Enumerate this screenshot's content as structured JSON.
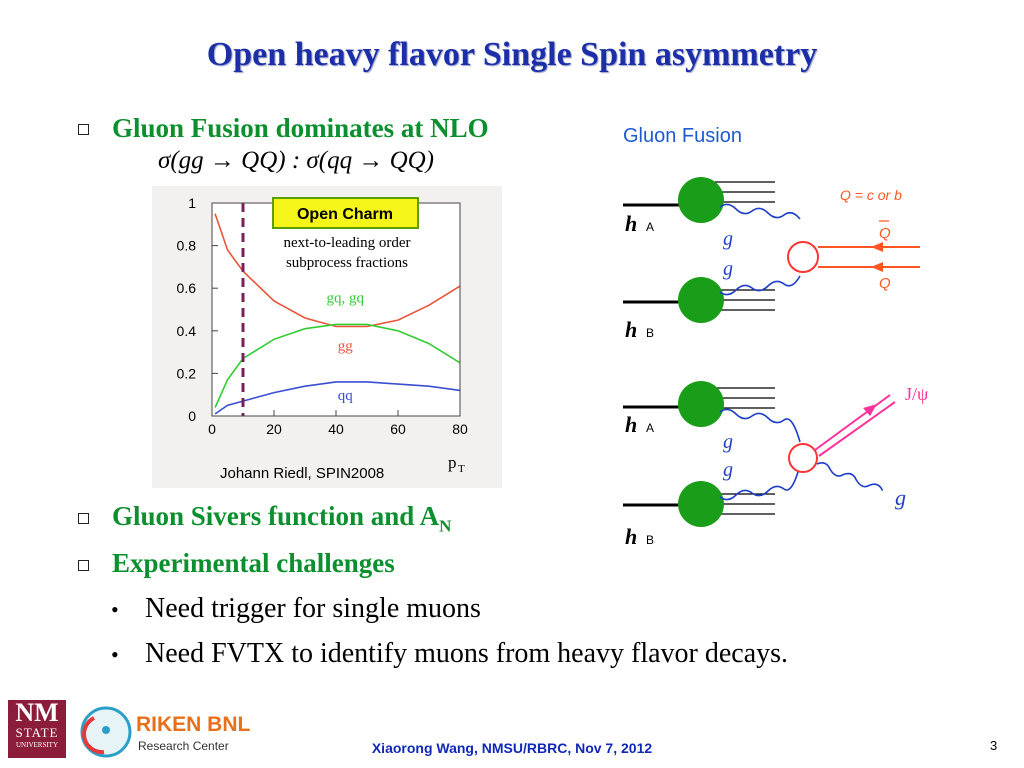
{
  "title": "Open heavy flavor Single Spin asymmetry",
  "bullets": [
    "Gluon Fusion dominates at NLO",
    "Gluon Sivers function and A",
    "Experimental challenges"
  ],
  "bullet2_subscript": "N",
  "formula": "σ(gg → QQ) : σ(qq → QQ)",
  "sub_bullets": [
    "Need trigger for single muons",
    "Need FVTX to identify muons from heavy flavor decays."
  ],
  "chart": {
    "badge": "Open Charm",
    "heading_line1": "next-to-leading order",
    "heading_line2": "subprocess fractions",
    "credit": "Johann Riedl, SPIN2008",
    "xlabel": "p",
    "xlabel_sub": "T"
  },
  "chart_data": {
    "type": "line",
    "x": [
      1,
      5,
      10,
      20,
      30,
      40,
      50,
      60,
      70,
      80
    ],
    "xlim": [
      0,
      80
    ],
    "ylim": [
      0,
      1
    ],
    "xticks": [
      0,
      20,
      40,
      60,
      80
    ],
    "yticks": [
      "0",
      "0.2",
      "0.4",
      "0.6",
      "0.8",
      "1"
    ],
    "series": [
      {
        "name": "gg",
        "color": "#e8553a",
        "values": [
          0.95,
          0.78,
          0.68,
          0.54,
          0.46,
          0.42,
          0.42,
          0.45,
          0.52,
          0.61
        ]
      },
      {
        "name": "gq, gq",
        "color": "#33cc33",
        "values": [
          0.04,
          0.17,
          0.27,
          0.36,
          0.41,
          0.43,
          0.43,
          0.4,
          0.34,
          0.25
        ]
      },
      {
        "name": "qq",
        "color": "#3a4fd0",
        "values": [
          0.01,
          0.05,
          0.07,
          0.11,
          0.14,
          0.16,
          0.16,
          0.15,
          0.14,
          0.12
        ]
      }
    ],
    "marker_x": 10,
    "grid": false
  },
  "diagram": {
    "heading": "Gluon Fusion",
    "top_legend": "Q = c or b",
    "top_antiq": "Q",
    "top_q": "Q",
    "hadron_a": "h",
    "hadron_b": "h",
    "hadron_a_sub": "A",
    "hadron_b_sub": "B",
    "gluon": "g",
    "jpsi": "J/ψ",
    "out_gluon": "g"
  },
  "footer": "Xiaorong Wang, NMSU/RBRC, Nov 7, 2012",
  "page_number": "3",
  "logos": {
    "nmsu_line1": "NM",
    "nmsu_line2": "STATE",
    "nmsu_line3": "UNIVERSITY",
    "riken_line1": "RIKEN BNL",
    "riken_line2": "Research Center"
  }
}
